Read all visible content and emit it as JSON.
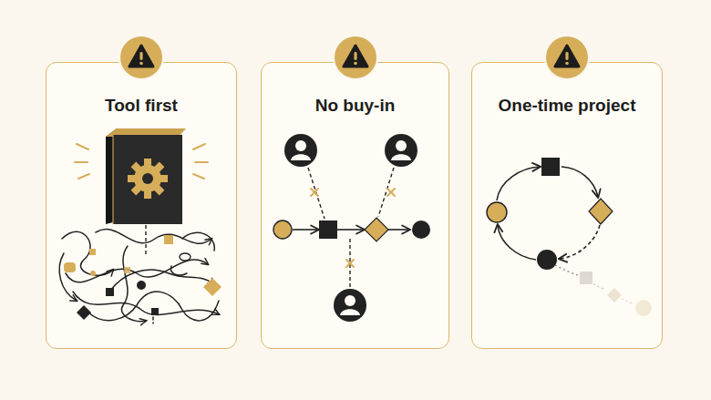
{
  "diagram": {
    "nodes": [
      {
        "text": [
          "Tool first"
        ]
      },
      {
        "text": [
          "No buy-in"
        ]
      },
      {
        "text": [
          "One-time project"
        ]
      }
    ]
  }
}
